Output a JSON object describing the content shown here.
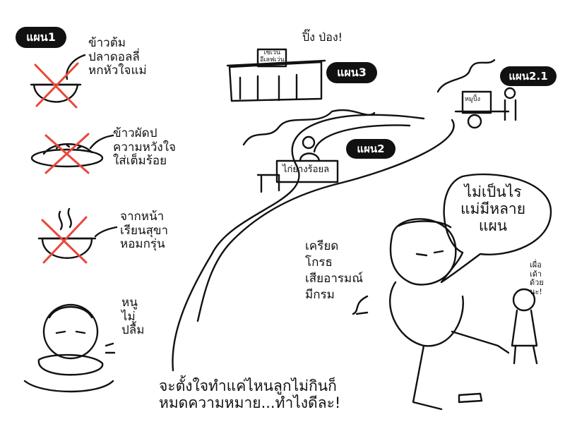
{
  "plan_labels": {
    "plan1": "แผน1",
    "plan2": "แผน2",
    "plan3": "แผน3",
    "plan2_1": "แผน2.1"
  },
  "plan1_notes": {
    "rice_soup": "ข้าวต้ม\nปลาดอลลี่\nหกหัวใจแม่",
    "fried_rice": "ข้าวผัดป\nความหวังใจ\nใส่เต็มร้อย",
    "soup": "จากหน้า\nเรียนสุขา\nหอมกรุ่น"
  },
  "store_signs": {
    "seven_eleven": "เซเว่น\nอีเลฟเว่น",
    "ping_pong": "ปิ๊ง ป่อง!",
    "chicken_stall": "ไก่ย่างร้อยล",
    "cart_sign": "หมูปิ้ง"
  },
  "child_protest": "หนู\nไม่\nปลื้ม",
  "speech_bubble": "ไม่เป็นไร\nแม่มีหลาย\nแผน",
  "mom_notes": "เครียด\nโกรธ\nเสียอารมณ์\nมีกรม",
  "side_note": "เผื่อ\nเด้า\nด้วย\nนะ!",
  "caption": "จะตั้งใจทำแค่ไหนลูกไม่กินก็\nหมดความหมาย...ทำไงดีละ!",
  "colors": {
    "ink": "#111111",
    "cross_red": "#e8483a",
    "background": "#ffffff"
  }
}
